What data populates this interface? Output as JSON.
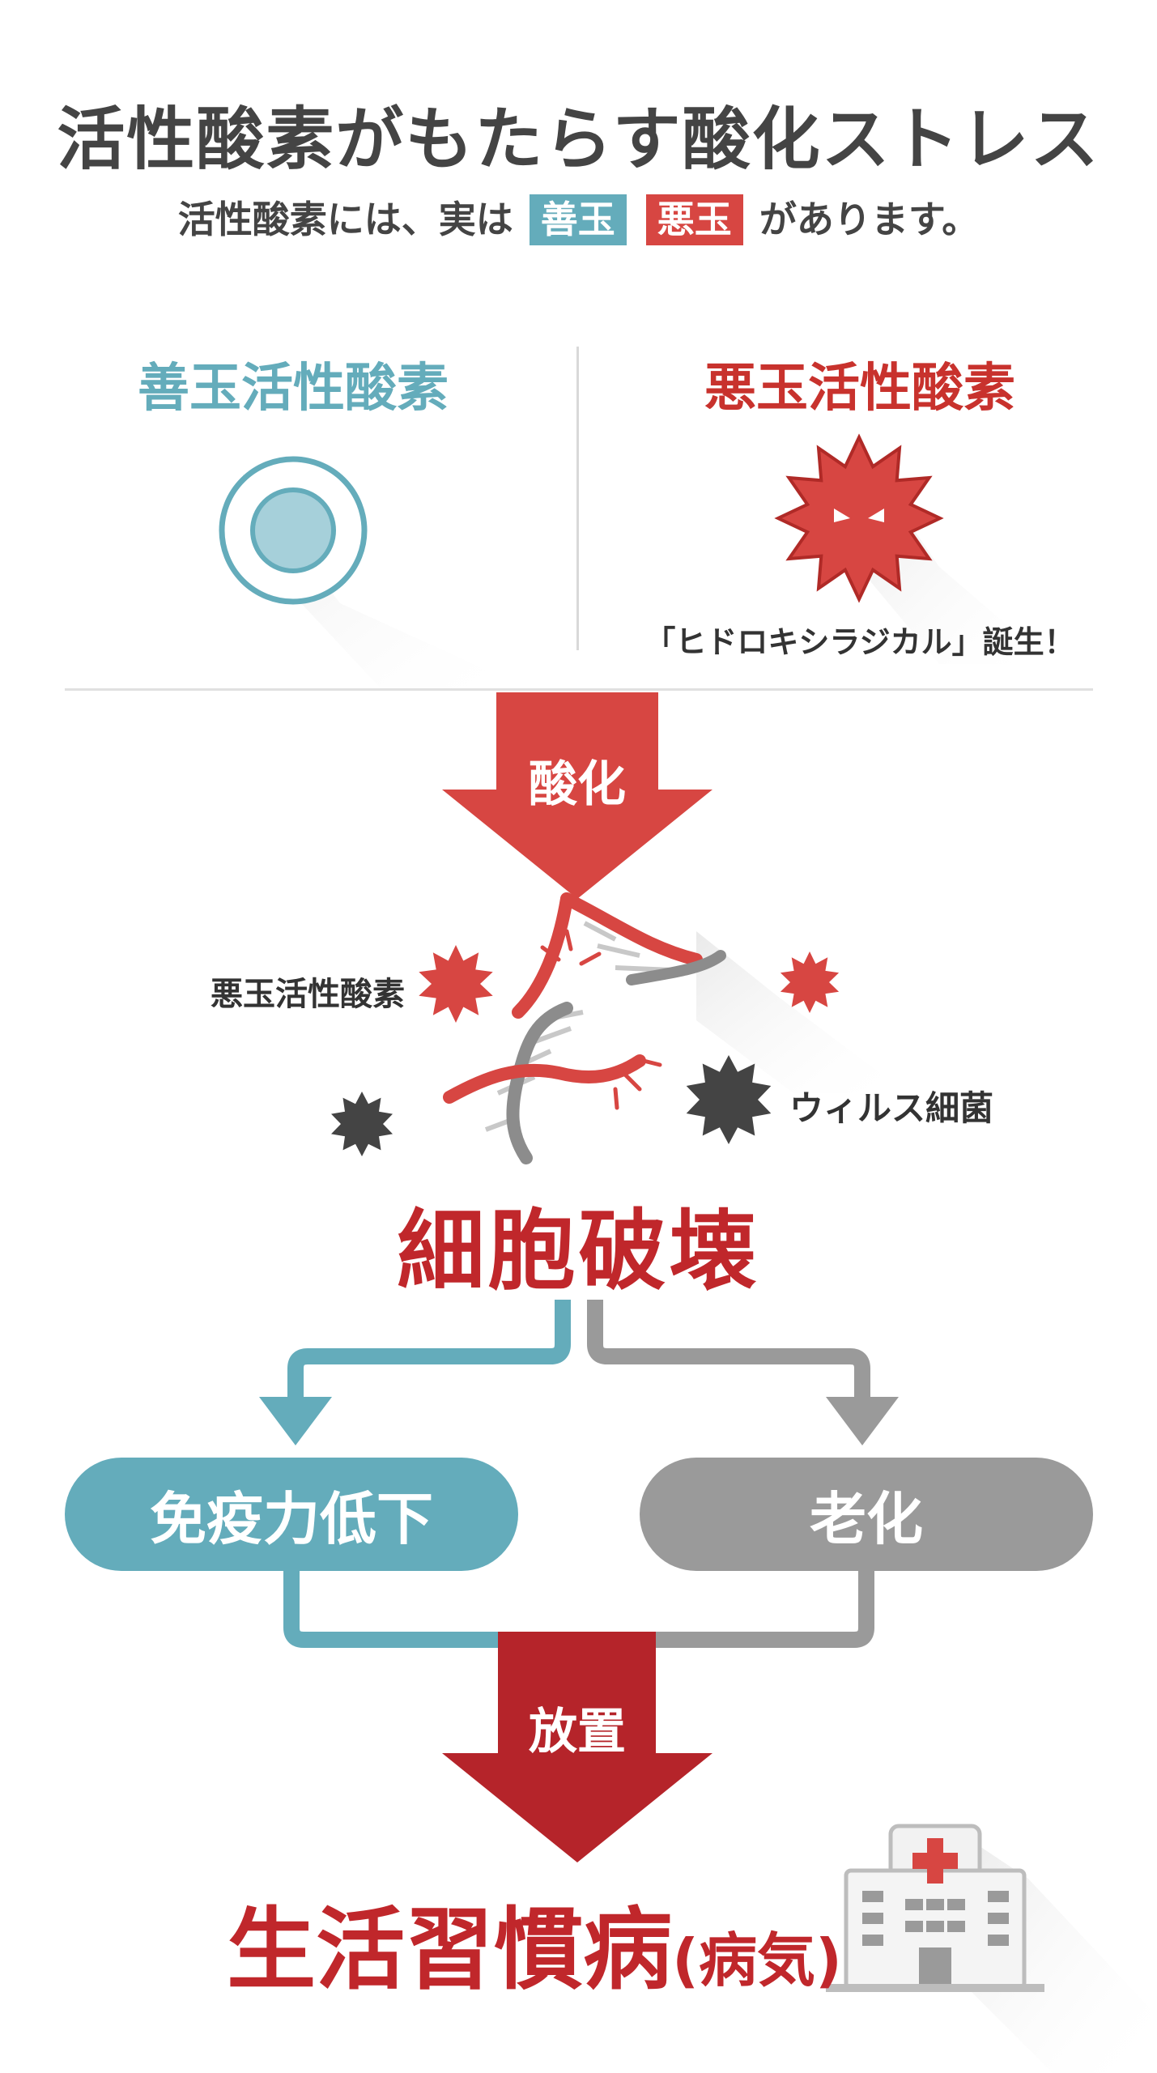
{
  "header": {
    "title": "活性酸素がもたらす酸化ストレス",
    "subtitle_prefix": "活性酸素には、実は",
    "tag_good": "善玉",
    "tag_bad": "悪玉",
    "subtitle_suffix": "があります。"
  },
  "good_column": {
    "title": "善玉活性酸素"
  },
  "bad_column": {
    "title": "悪玉活性酸素",
    "caption": "「ヒドロキシラジカル」誕生！"
  },
  "flow": {
    "oxidation_label": "酸化",
    "bad_oxygen_label": "悪玉活性酸素",
    "virus_label": "ウィルス細菌",
    "cell_destruction": "細胞破壊",
    "immunity_label": "免疫力低下",
    "aging_label": "老化",
    "neglect_label": "放置",
    "disease_main": "生活習慣病",
    "disease_paren": "(病気)"
  },
  "colors": {
    "teal": "#64acbb",
    "red": "#d74642",
    "dark_red": "#c0272b",
    "gray": "#9a9a9a",
    "dark": "#444444"
  },
  "icons": [
    "ring-icon",
    "spiky-radical-icon",
    "dna-helix-icon",
    "virus-icon",
    "hospital-icon"
  ]
}
